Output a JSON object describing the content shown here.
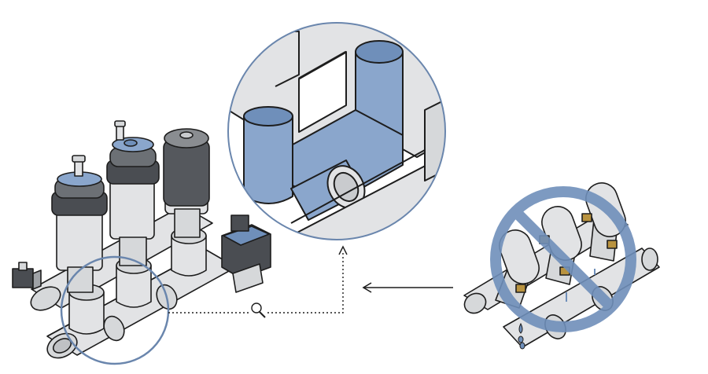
{
  "figure": {
    "kind": "isometric valve manifold illustration",
    "panels": [
      "valve-manifold-assembly",
      "magnified-detail",
      "prohibited-welded-assembly"
    ]
  },
  "colors": {
    "background": "#ffffff",
    "pipe_fill": "#e2e3e5",
    "pipe_shade": "#cfd1d4",
    "outline": "#1d1d1d",
    "accent_blue": "#6f8fba",
    "accent_blue_fill": "#8aa6cc",
    "valve_dark": "#4a4d52",
    "valve_mid": "#9fa2a6",
    "brass": "#b9933f",
    "callout_line": "#6a86ad"
  },
  "icons": {
    "magnifier": "magnifier-icon",
    "arrow": "arrow-left-icon",
    "prohibition": "prohibition-icon",
    "drip": "water-drop-icon"
  }
}
